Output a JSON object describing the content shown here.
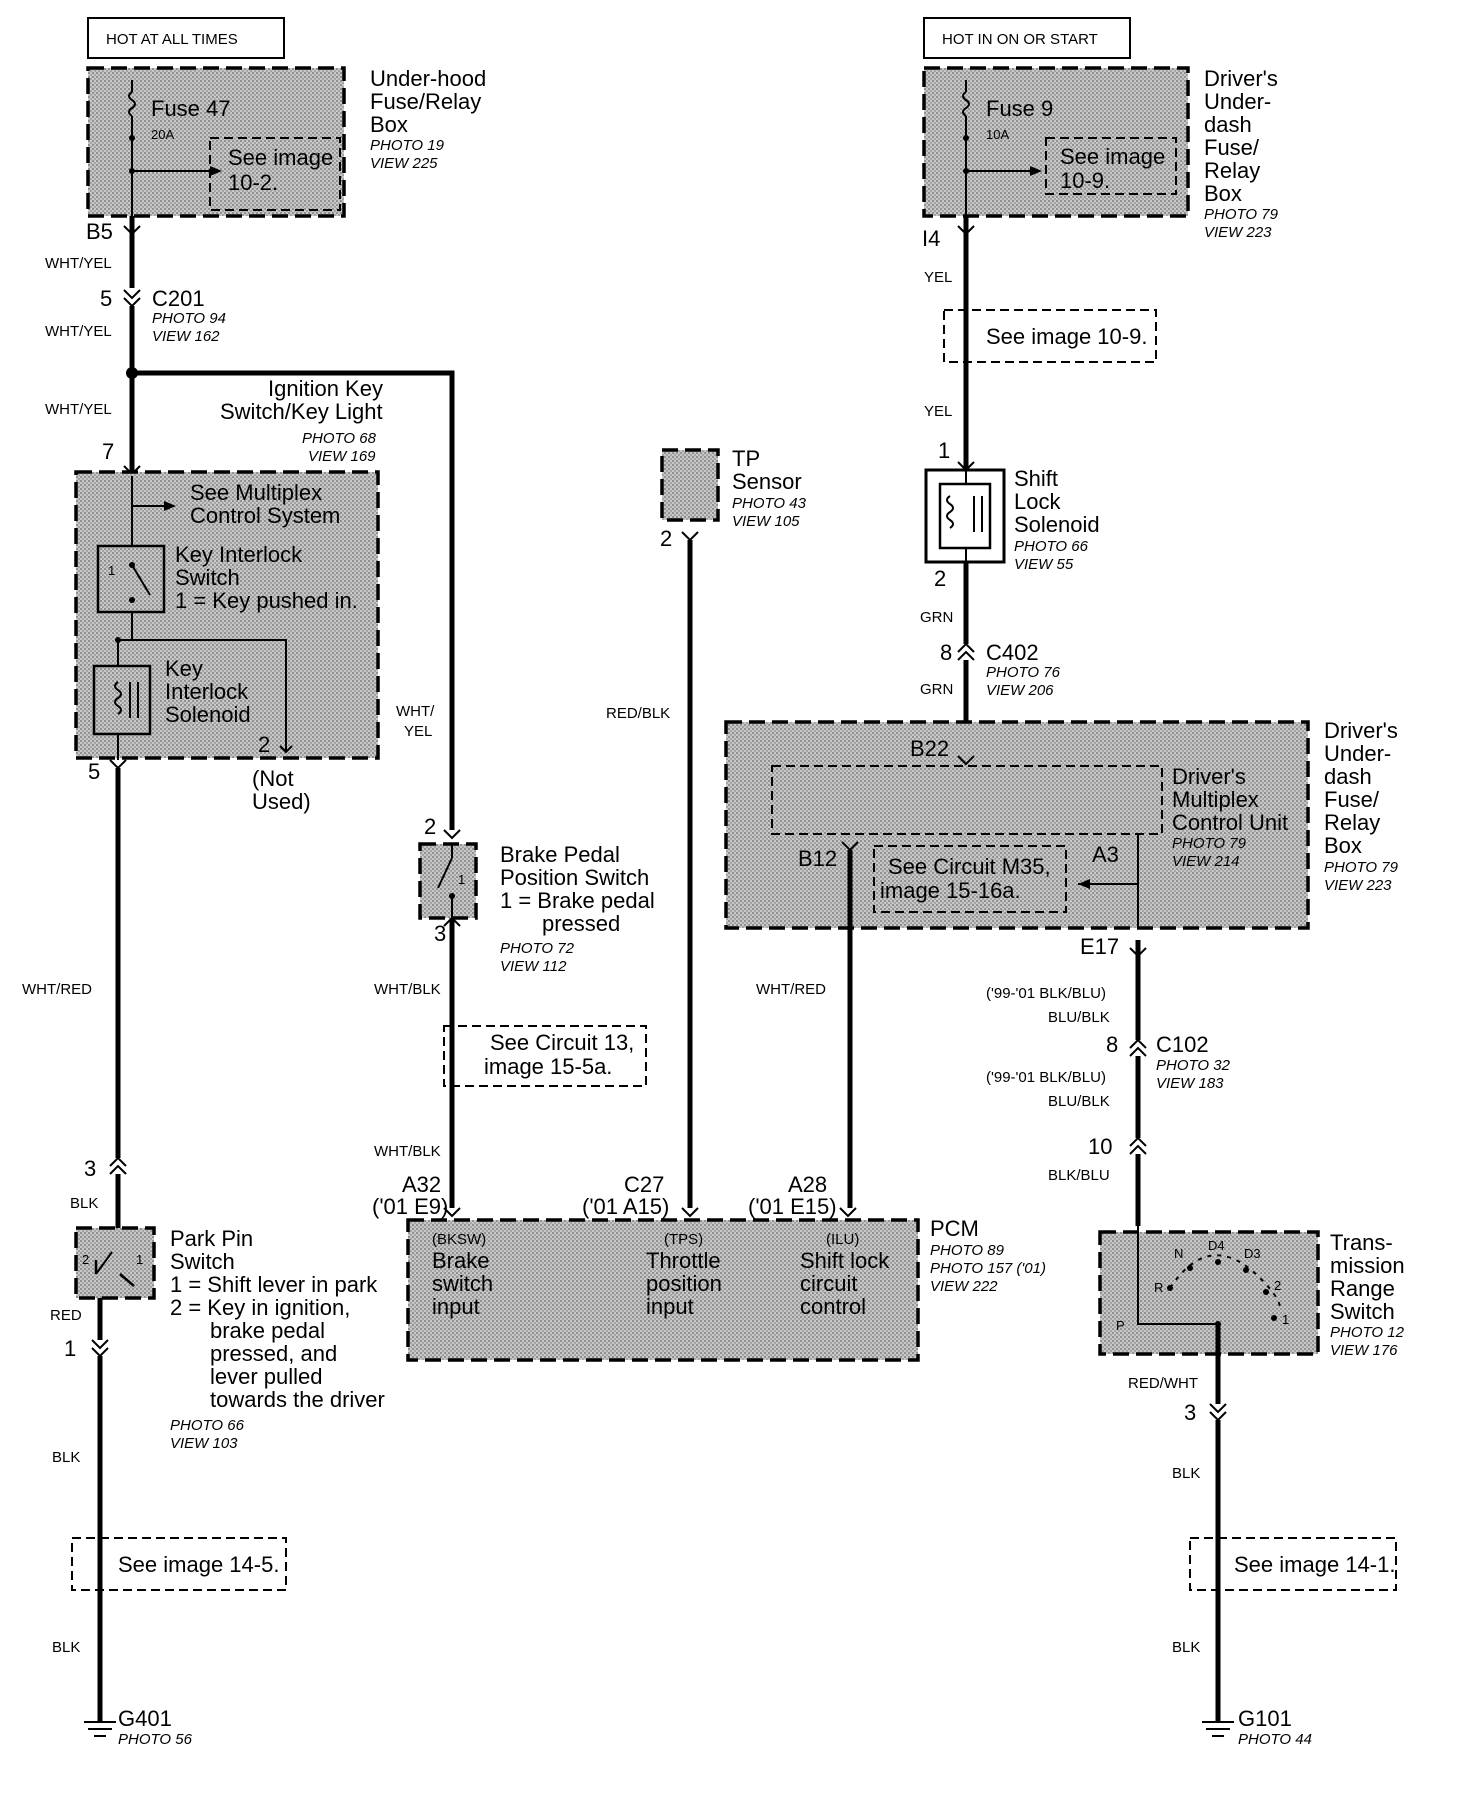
{
  "headers": {
    "hot_at_all_times": "HOT AT ALL TIMES",
    "hot_in_on_or_start": "HOT IN ON OR START"
  },
  "fuse47": {
    "line1": "Under-hood",
    "line2": "Fuse/Relay",
    "line3": "Box",
    "photo": "PHOTO 19",
    "view": "VIEW 225",
    "fuse_name": "Fuse 47",
    "rating": "20A",
    "see_1": "See image",
    "see_2": "10-2.",
    "terminal": "B5"
  },
  "fuse9": {
    "line1": "Driver's",
    "line2": "Under-",
    "line3": "dash",
    "line4": "Fuse/",
    "line5": "Relay",
    "line6": "Box",
    "photo": "PHOTO 79",
    "view": "VIEW 223",
    "fuse_name": "Fuse 9",
    "rating": "10A",
    "see_1": "See image",
    "see_2": "10-9.",
    "terminal": "I4"
  },
  "c201": {
    "pin": "5",
    "name": "C201",
    "photo": "PHOTO 94",
    "view": "VIEW 162"
  },
  "ignition_switch": {
    "line1": "Ignition Key",
    "line2": "Switch/Key Light",
    "photo": "PHOTO 68",
    "view": "VIEW 169",
    "pin_in": "7",
    "see_1": "See Multiplex",
    "see_2": "Control System",
    "ks_1": "Key Interlock",
    "ks_2": "Switch",
    "ks_3": "1 =  Key pushed in.",
    "ks_pin": "1",
    "sol_1": "Key",
    "sol_2": "Interlock",
    "sol_3": "Solenoid",
    "pin_2": "2",
    "pin_out": "5",
    "not_used_1": "(Not",
    "not_used_2": "Used)"
  },
  "brake_switch": {
    "line1": "Brake Pedal",
    "line2": "Position Switch",
    "line3": "1 = Brake pedal",
    "line4": "pressed",
    "photo": "PHOTO 72",
    "view": "VIEW 112",
    "pin_top": "2",
    "pin_bot": "3",
    "inner_pin": "1"
  },
  "tp_sensor": {
    "line1": "TP",
    "line2": "Sensor",
    "photo": "PHOTO 43",
    "view": "VIEW 105",
    "pin": "2"
  },
  "shift_lock": {
    "line1": "Shift",
    "line2": "Lock",
    "line3": "Solenoid",
    "photo": "PHOTO 66",
    "view": "VIEW 55",
    "pin_top": "1",
    "pin_bot": "2"
  },
  "c402": {
    "pin": "8",
    "name": "C402",
    "photo": "PHOTO 76",
    "view": "VIEW 206"
  },
  "mcu_box": {
    "line1": "Driver's",
    "line2": "Under-",
    "line3": "dash",
    "line4": "Fuse/",
    "line5": "Relay",
    "line6": "Box",
    "photo": "PHOTO 79",
    "view": "VIEW 223",
    "b22": "B22",
    "b12": "B12",
    "a3": "A3",
    "e17": "E17",
    "mcu_1": "Driver's",
    "mcu_2": "Multiplex",
    "mcu_3": "Control Unit",
    "mcu_photo": "PHOTO 79",
    "mcu_view": "VIEW 214",
    "see_1": "See Circuit M35,",
    "see_2": "image 15-16a."
  },
  "c102": {
    "pin_top": "8",
    "name": "C102",
    "photo": "PHOTO 32",
    "view": "VIEW 183",
    "pin_bot": "10"
  },
  "park_pin": {
    "line1": "Park Pin",
    "line2": "Switch",
    "d1": "1 =  Shift lever in park",
    "d2": "2 =  Key in ignition,",
    "d3": "brake pedal",
    "d4": "pressed, and",
    "d5": "lever pulled",
    "d6": "towards the driver",
    "photo": "PHOTO 66",
    "view": "VIEW 103",
    "pin_top": "3",
    "pin_bot": "1",
    "p1": "1",
    "p2": "2"
  },
  "pcm": {
    "name": "PCM",
    "photo": "PHOTO 89",
    "photo2": "PHOTO 157 ('01)",
    "view": "VIEW 222",
    "a32": "A32",
    "a32_alt": "('01 E9)",
    "c27": "C27",
    "c27_alt": "('01 A15)",
    "a28": "A28",
    "a28_alt": "('01 E15)",
    "in1_a": "(BKSW)",
    "in1_b": "Brake",
    "in1_c": "switch",
    "in1_d": "input",
    "in2_a": "(TPS)",
    "in2_b": "Throttle",
    "in2_c": "position",
    "in2_d": "input",
    "in3_a": "(ILU)",
    "in3_b": "Shift lock",
    "in3_c": "circuit",
    "in3_d": "control"
  },
  "range_switch": {
    "line1": "Trans-",
    "line2": "mission",
    "line3": "Range",
    "line4": "Switch",
    "photo": "PHOTO 12",
    "view": "VIEW 176",
    "pos_p": "P",
    "pos_r": "R",
    "pos_n": "N",
    "pos_d4": "D4",
    "pos_d3": "D3",
    "pos_2": "2",
    "pos_1": "1",
    "pin_bot": "3"
  },
  "refs": {
    "see_10_9": "See image  10-9.",
    "see_circuit13_1": "See Circuit 13,",
    "see_circuit13_2": "image 15-5a.",
    "see_14_5": "See image 14-5.",
    "see_14_1": "See image 14-1."
  },
  "grounds": {
    "g401": "G401",
    "g401_photo": "PHOTO 56",
    "g101": "G101",
    "g101_photo": "PHOTO 44"
  },
  "wires": {
    "wht_yel": "WHT/YEL",
    "wht_yel_split_1": "WHT/",
    "wht_yel_split_2": "YEL",
    "yel": "YEL",
    "grn": "GRN",
    "red_blk": "RED/BLK",
    "wht_red": "WHT/RED",
    "wht_blk": "WHT/BLK",
    "blk": "BLK",
    "red": "RED",
    "blk_blu": "BLK/BLU",
    "blu_blk": "BLU/BLK",
    "blk_blu_99": "('99-'01 BLK/BLU)",
    "red_wht": "RED/WHT"
  }
}
